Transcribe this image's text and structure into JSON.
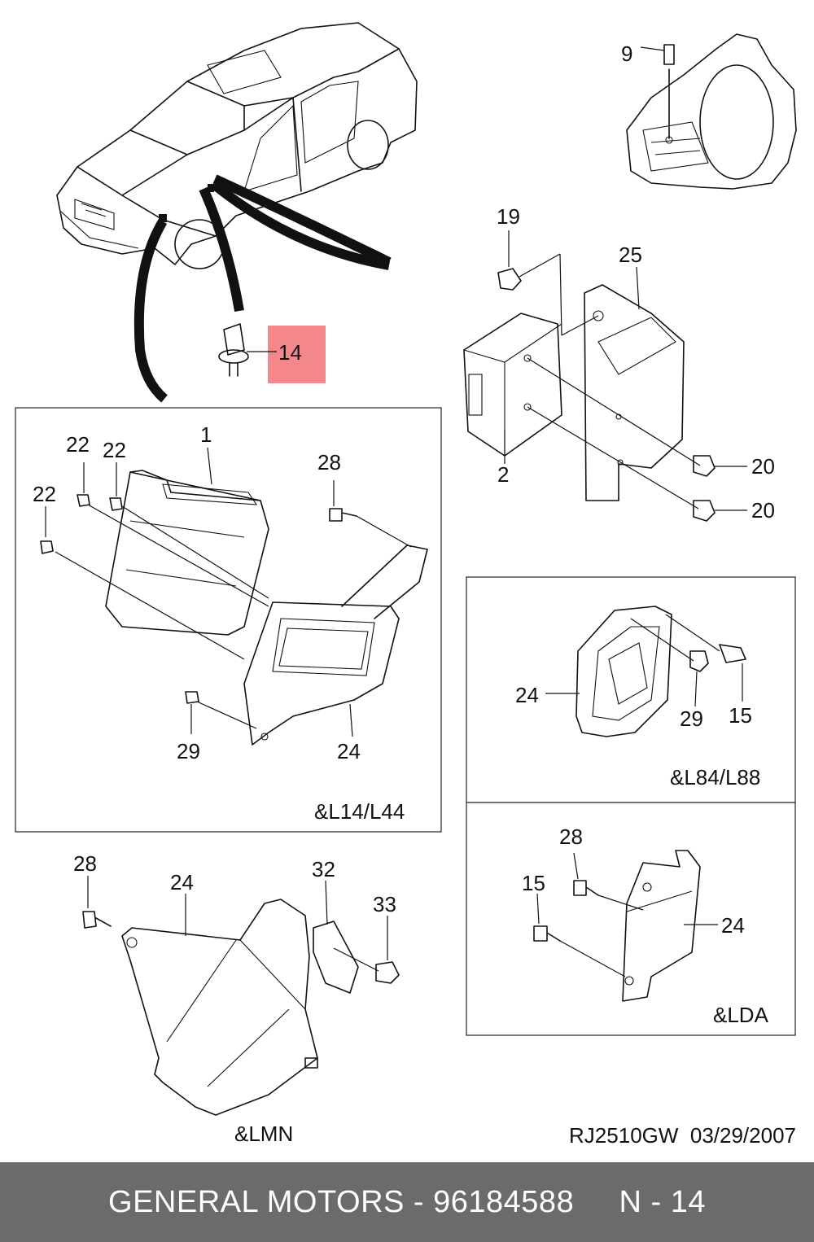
{
  "labels": {
    "p9": "9",
    "p19": "19",
    "p25": "25",
    "p14": "14",
    "p2": "2",
    "p20a": "20",
    "p20b": "20",
    "p1": "1",
    "p22a": "22",
    "p22b": "22",
    "p22c": "22",
    "p28a": "28",
    "p29a": "29",
    "p24a": "24",
    "p24b": "24",
    "p29b": "29",
    "p15a": "15",
    "p28b": "28",
    "p24c": "24",
    "p32": "32",
    "p33": "33",
    "p28c": "28",
    "p15b": "15",
    "p24d": "24"
  },
  "variants": {
    "l14_l44": "&L14/L44",
    "l84_l88": "&L84/L88",
    "lda": "&LDA",
    "lmn": "&LMN"
  },
  "drawing_ref": "RJ2510GW  03/29/2007",
  "footer": "GENERAL MOTORS - 96184588     N - 14",
  "colors": {
    "highlight": "#f4878b",
    "footer_bg": "#6b6b6b",
    "footer_text": "#ffffff"
  }
}
